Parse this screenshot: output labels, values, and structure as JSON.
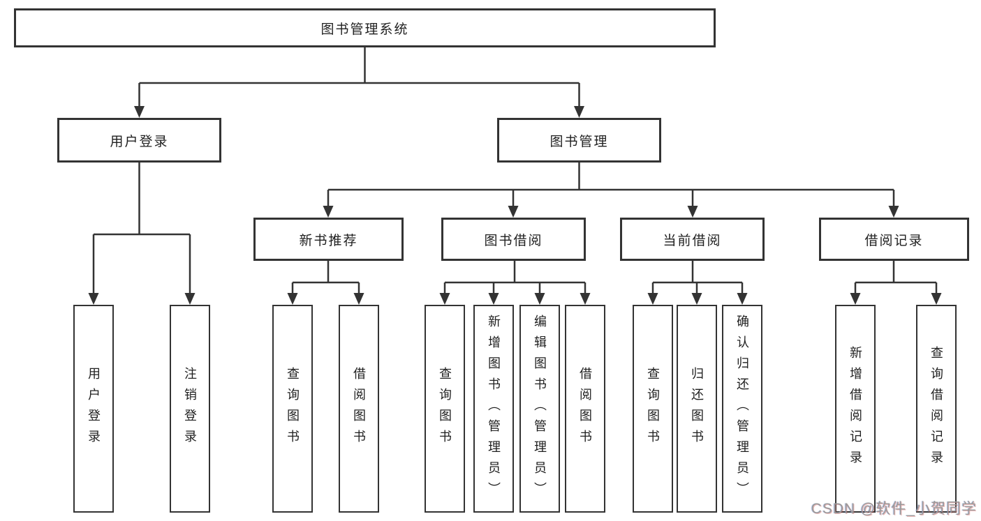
{
  "diagram_title": "图书管理系统",
  "tree": {
    "label": "图书管理系统",
    "children": [
      {
        "label": "用户登录",
        "children": [
          {
            "label": "用户登录"
          },
          {
            "label": "注销登录"
          }
        ]
      },
      {
        "label": "图书管理",
        "children": [
          {
            "label": "新书推荐",
            "children": [
              {
                "label": "查询图书"
              },
              {
                "label": "借阅图书"
              }
            ]
          },
          {
            "label": "图书借阅",
            "children": [
              {
                "label": "查询图书"
              },
              {
                "label": "新增图书（管理员）"
              },
              {
                "label": "编辑图书（管理员）"
              },
              {
                "label": "借阅图书"
              }
            ]
          },
          {
            "label": "当前借阅",
            "children": [
              {
                "label": "查询图书"
              },
              {
                "label": "归还图书"
              },
              {
                "label": "确认归还（管理员）"
              }
            ]
          },
          {
            "label": "借阅记录",
            "children": [
              {
                "label": "新增借阅记录"
              },
              {
                "label": "查询借阅记录"
              }
            ]
          }
        ]
      }
    ]
  },
  "watermark": {
    "text": "CSDN @软件_小贺同学"
  },
  "colors": {
    "background": "#ffffff",
    "line": "#333333",
    "text": "#1f1f1f",
    "watermark": "#9a9a9a"
  }
}
